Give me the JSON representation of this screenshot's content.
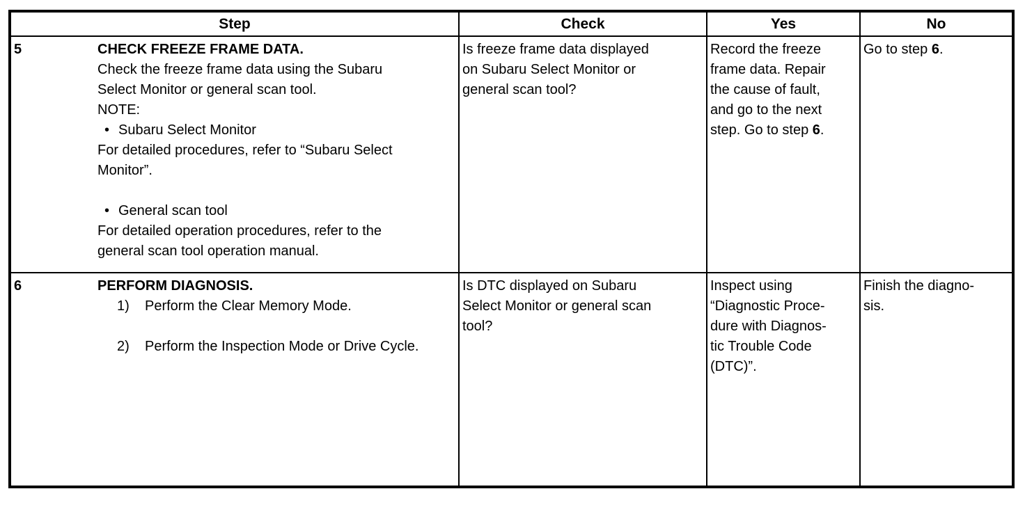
{
  "icons": {
    "bullet": "•"
  },
  "table": {
    "headers": {
      "step": "Step",
      "check": "Check",
      "yes": "Yes",
      "no": "No"
    },
    "rows": [
      {
        "num": "5",
        "step": {
          "title": "CHECK FREEZE FRAME DATA.",
          "body": "Check the freeze frame data using the Subaru\nSelect Monitor or general scan tool.",
          "note_label": "NOTE:",
          "bullet1": "Subaru Select Monitor",
          "bullet1_detail": "For detailed procedures, refer to “Subaru Select\nMonitor”.",
          "bullet2": "General scan tool",
          "bullet2_detail": "For detailed operation procedures, refer to the\ngeneral scan tool operation manual."
        },
        "check": "Is freeze frame data displayed\non Subaru Select Monitor or\ngeneral scan tool?",
        "yes": {
          "pre": "Record the freeze\nframe data. Repair\nthe cause of fault,\nand go to the next\nstep. Go to step ",
          "bold": "6",
          "post": "."
        },
        "no": {
          "pre": "Go to step ",
          "bold": "6",
          "post": "."
        }
      },
      {
        "num": "6",
        "step": {
          "title": "PERFORM DIAGNOSIS.",
          "item1_num": "1)",
          "item1": "Perform the Clear Memory Mode.",
          "item2_num": "2)",
          "item2": "Perform the Inspection Mode or Drive Cycle."
        },
        "check": "Is DTC displayed on Subaru\nSelect Monitor or general scan\ntool?",
        "yes": {
          "pre": "Inspect using\n“Diagnostic Proce-\ndure with Diagnos-\ntic Trouble Code\n(DTC)”.",
          "bold": "",
          "post": ""
        },
        "no": {
          "pre": "Finish the diagno-\nsis.",
          "bold": "",
          "post": ""
        }
      }
    ]
  }
}
